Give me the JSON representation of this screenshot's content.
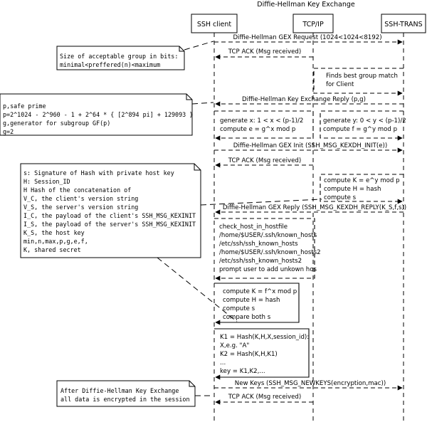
{
  "title": "Diffie-Hellman Key Exchange",
  "participants": [
    "SSH client",
    "TCP/IP",
    "SSH-TRANS"
  ],
  "messages": [
    "Diffie-Hellman GEX Request (1024<1024<8192)",
    "TCP ACK  (Msg received)",
    "Diffie-Hellman Key Exchange Reply (p,g)",
    "Diffie-Hellman GEX Init (SSH_MSG_KEXDH_INIT(e))",
    "TCP ACK  (Msg received)",
    "Diffie-Hellman GEX Reply (SSH_MSG_KEXDH_REPLY(K_S,f,s))",
    "New Keys (SSH_MSG_NEWKEYS(encryption,mac))",
    "TCP ACK  (Msg received)"
  ],
  "server_boxes": {
    "best_group": [
      "Finds best group match",
      "for Client"
    ],
    "server_compute_f": [
      "generate y: 0 < y < (p-1)/2",
      "compute f = g^y mod p"
    ],
    "server_compute_K": [
      "compute K = e^y mod p",
      "compute H = hash",
      "compute s"
    ]
  },
  "client_boxes": {
    "client_compute_e": [
      "generate x: 1 < x < (p-1)/2",
      "compute e = g^x mod p"
    ],
    "check_host": [
      "check_host_in_hostfile",
      "/home/$USER/.ssh/known_hosts",
      "/etc/ssh/ssh_known_hosts",
      "/home/$USER/.ssh/known_hosts2",
      "/etc/ssh/ssh_known_hosts2",
      "prompt user to add unkown hos"
    ],
    "client_compute_K": [
      "compute K = f^x mod p",
      "compute H = hash",
      "compute s",
      "compare both s"
    ],
    "derive_keys": [
      "K1 = Hash(K,H,X,session_id):",
      "X,e.g. \"A\"",
      "K2 = Hash(K,H,K1)",
      "...",
      "key = K1,K2,..."
    ]
  },
  "notes": {
    "group_size": [
      "Size of acceptable group in bits:",
      "minimal<preffered(n)<maximum"
    ],
    "prime": [
      "p,safe prime",
      "p=2^1024 - 2^960 - 1 + 2^64 * { [2^894 pi] + 129093 }",
      "g,generator for subgroup GF(p)",
      "g=2"
    ],
    "signature": [
      "s: Signature of Hash with private host key",
      "H: Session_ID",
      "H Hash of the concatenation of",
      "V_C, the client's version string",
      "V_S, the server's version string",
      "I_C, the payload of the client's SSH_MSG_KEXINIT",
      "I_S, the payload of the server's SSH_MSG_KEXINIT",
      "K_S, the host key",
      "min,n,max,p,g,e,f,",
      "K, shared secret"
    ],
    "encrypted": [
      "After Diffie-Hellman Key Exchange",
      "all data is encrypted in the session"
    ]
  }
}
